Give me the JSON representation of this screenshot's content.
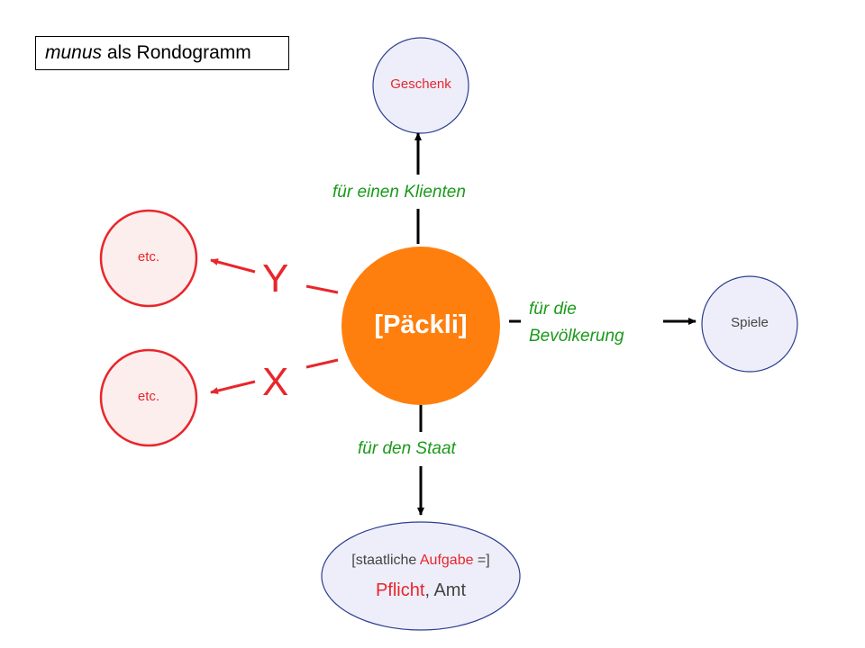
{
  "title": {
    "italic_part": "munus",
    "rest": " als Rondogramm"
  },
  "center": {
    "label": "[Päckli]",
    "color": "#ff7f0e"
  },
  "nodes": {
    "top": {
      "label": "Geschenk",
      "label_color": "#e8262b",
      "fill": "#eeeefa"
    },
    "right": {
      "label": "Spiele",
      "label_color": "#444444",
      "fill": "#eeeefa"
    },
    "bottom": {
      "line1": {
        "a": "[staatliche ",
        "b": "Aufgabe",
        "c": " =]"
      },
      "line2": {
        "a": "Pflicht",
        "b": ", Amt"
      },
      "fill": "#eeeefa"
    },
    "left_top": {
      "label": "etc.",
      "fill": "#fdeeee",
      "stroke": "#e8262b"
    },
    "left_bottom": {
      "label": "etc.",
      "fill": "#fdeeee",
      "stroke": "#e8262b"
    }
  },
  "edges": {
    "top": "für einen Klienten",
    "right_line1": "für die",
    "right_line2": "Bevölkerung",
    "bottom": "für den Staat",
    "left_top": "Y",
    "left_bottom": "X"
  },
  "colors": {
    "edge_label": "#1a9a1a",
    "accent_red": "#e8262b",
    "node_stroke": "#2d3d8f",
    "arrow": "#000000"
  }
}
